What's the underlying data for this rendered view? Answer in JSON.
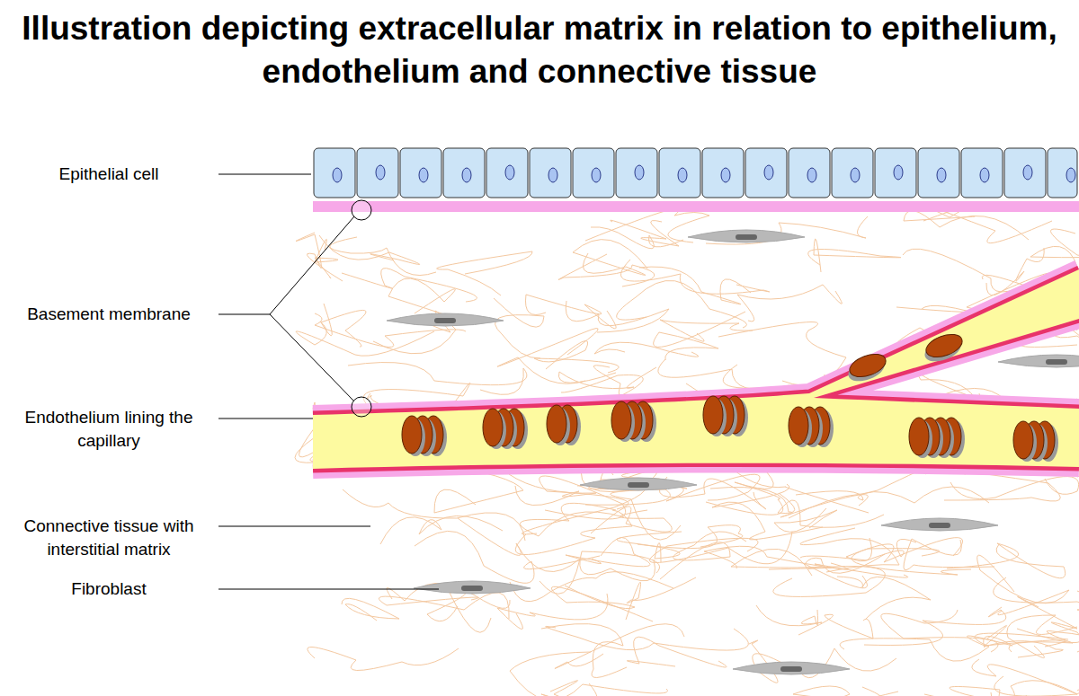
{
  "diagram": {
    "title": "Illustration depicting extracellular matrix in relation to epithelium, endothelium and connective tissue",
    "labels": [
      "Epithelial cell",
      "Basement membrane",
      "Endothelium lining the capillary",
      "Connective tissue with interstitial matrix",
      "Fibroblast"
    ]
  }
}
